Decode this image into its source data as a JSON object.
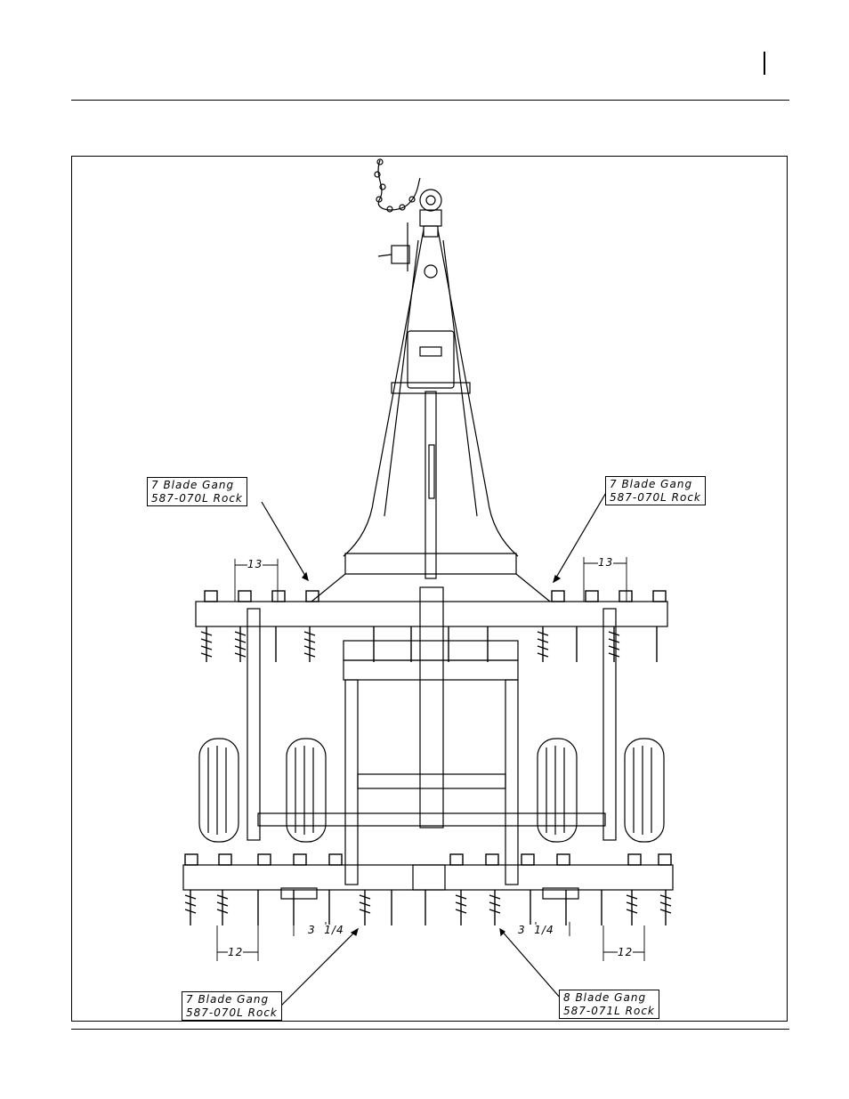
{
  "callouts": {
    "upper_left": {
      "line1": "7 Blade Gang",
      "line2": "587-070L Rock"
    },
    "upper_right": {
      "line1": "7 Blade Gang",
      "line2": "587-070L Rock"
    },
    "lower_left": {
      "line1": "7 Blade Gang",
      "line2": "587-070L Rock"
    },
    "lower_right": {
      "line1": "8 Blade Gang",
      "line2": "587-071L Rock"
    }
  },
  "dimensions": {
    "front_left": "13",
    "front_right": "13",
    "rear_left": "12",
    "rear_right": "12",
    "offset_left": "3  1/4",
    "offset_right": "3  1/4"
  }
}
